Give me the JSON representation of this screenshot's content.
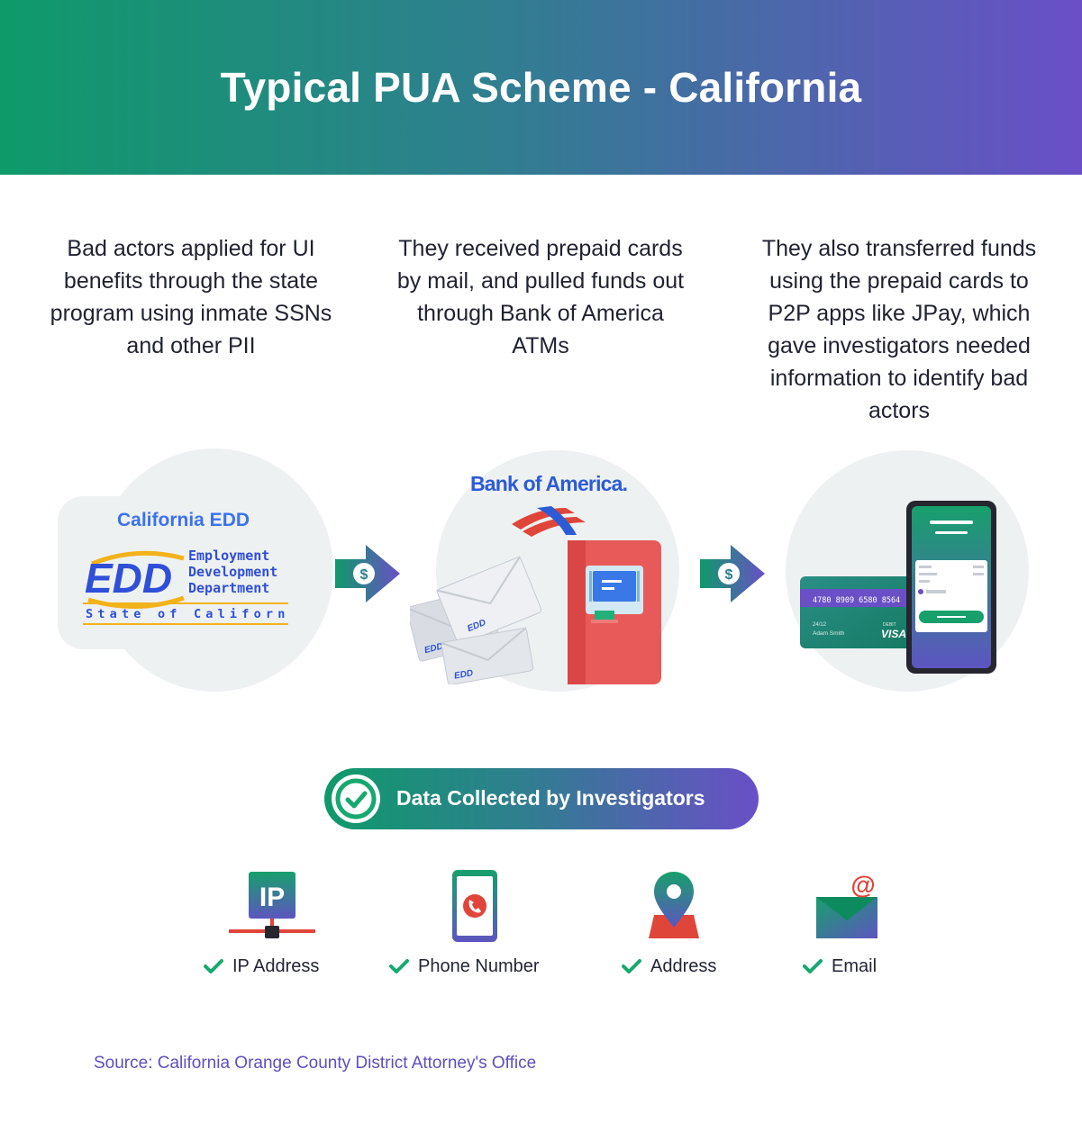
{
  "header": {
    "title": "Typical PUA Scheme - California"
  },
  "steps": [
    {
      "text": "Bad actors applied for UI benefits through the state program using inmate SSNs and other PII"
    },
    {
      "text": "They received prepaid cards by mail, and pulled funds out through Bank of America ATMs"
    },
    {
      "text": "They also transferred funds using the prepaid cards to P2P apps like JPay, which gave investigators needed information to identify bad actors"
    }
  ],
  "edd": {
    "title": "California EDD",
    "logo_letters": "EDD",
    "logo_line1": "Employment",
    "logo_line2": "Development",
    "logo_line3": "Department",
    "logo_state": "State of California"
  },
  "bank": {
    "name": "Bank of America."
  },
  "card": {
    "number": "4780 8909 6580 8564",
    "expiry": "24/12",
    "holder": "Adam Smith",
    "type_label": "DEBIT",
    "brand": "VISA"
  },
  "flow_symbol": "$",
  "collected": {
    "title": "Data Collected by Investigators",
    "items": [
      {
        "label": "IP Address",
        "icon": "ip-network-icon",
        "icon_text": "IP"
      },
      {
        "label": "Phone Number",
        "icon": "phone-icon"
      },
      {
        "label": "Address",
        "icon": "location-pin-icon"
      },
      {
        "label": "Email",
        "icon": "email-icon",
        "icon_text": "@"
      }
    ]
  },
  "source": "Source: California Orange County District Attorney's Office",
  "colors": {
    "green": "#0f9a6a",
    "purple": "#6a4fc7",
    "edd_blue": "#3b72f0",
    "boa_red": "#e0453a",
    "check_green": "#16a870"
  }
}
